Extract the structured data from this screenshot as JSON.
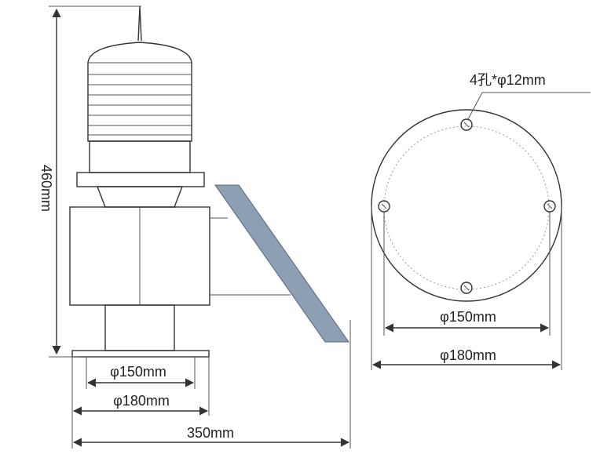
{
  "labels": {
    "height": "460mm",
    "base_inner": "φ150mm",
    "base_outer": "φ180mm",
    "total_width": "350mm",
    "holes": "4孔*φ12mm",
    "plate_inner": "φ150mm",
    "plate_outer": "φ180mm"
  },
  "colors": {
    "stroke": "#333333",
    "solar_panel": "#8c9fb3",
    "body_fill": "#e4e4e4",
    "lens_fill": "#f2f2f2"
  }
}
